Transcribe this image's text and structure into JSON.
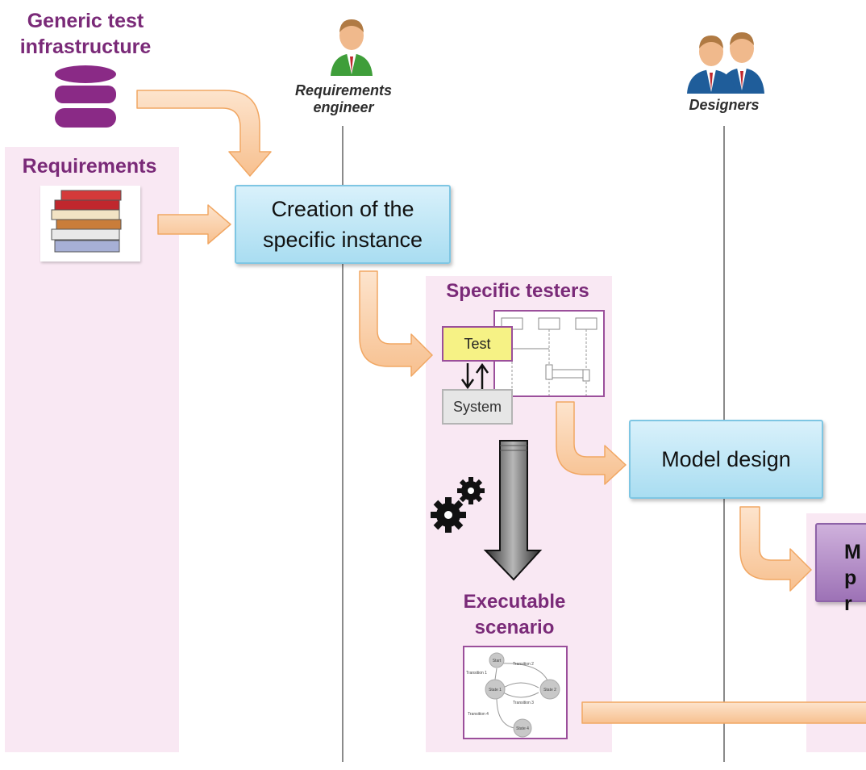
{
  "generic_infra": {
    "title": "Generic test infrastructure"
  },
  "requirements": {
    "title": "Requirements"
  },
  "roles": {
    "requirements_engineer": "Requirements engineer",
    "designers": "Designers"
  },
  "steps": {
    "creation": "Creation of the specific instance",
    "model_design": "Model design",
    "cut_box": "M pr"
  },
  "specific_testers": {
    "title": "Specific testers",
    "test_label": "Test",
    "system_label": "System"
  },
  "executable": {
    "title": "Executable scenario",
    "states": [
      "Start",
      "State 1",
      "State 2",
      "State 4"
    ],
    "transitions": [
      "Transition 1",
      "Transition 2",
      "Transition 3",
      "Transition 4"
    ]
  },
  "colors": {
    "lane": "#f9e8f3",
    "title_purple": "#7a2a78",
    "box_blue": "#a9ddf1",
    "arrow_orange": "#f7c08f",
    "purple_box": "#9d72b6"
  },
  "icons": [
    "database-icon",
    "books-icon",
    "person-icon",
    "group-icon",
    "gears-icon"
  ]
}
